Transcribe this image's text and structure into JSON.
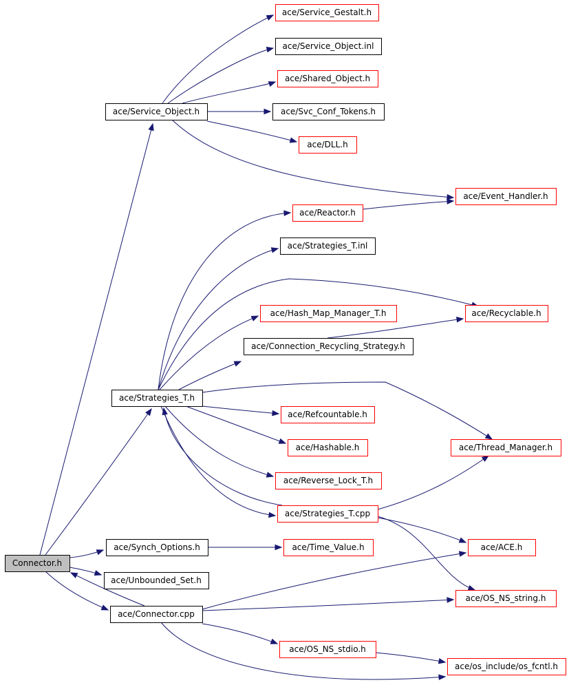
{
  "colors": {
    "edge": "#191970",
    "root_fill": "#bfbfbf",
    "border_black": "#000000",
    "border_red": "#ff0000"
  },
  "nodes": [
    {
      "id": "connector_h",
      "label": "Connector.h",
      "border": "black",
      "fill": "gray"
    },
    {
      "id": "service_object_h",
      "label": "ace/Service_Object.h",
      "border": "black"
    },
    {
      "id": "service_gestalt_h",
      "label": "ace/Service_Gestalt.h",
      "border": "red"
    },
    {
      "id": "service_object_inl",
      "label": "ace/Service_Object.inl",
      "border": "black"
    },
    {
      "id": "shared_object_h",
      "label": "ace/Shared_Object.h",
      "border": "red"
    },
    {
      "id": "svc_conf_tokens_h",
      "label": "ace/Svc_Conf_Tokens.h",
      "border": "black"
    },
    {
      "id": "dll_h",
      "label": "ace/DLL.h",
      "border": "red"
    },
    {
      "id": "event_handler_h",
      "label": "ace/Event_Handler.h",
      "border": "red"
    },
    {
      "id": "reactor_h",
      "label": "ace/Reactor.h",
      "border": "red"
    },
    {
      "id": "strategies_t_inl",
      "label": "ace/Strategies_T.inl",
      "border": "black"
    },
    {
      "id": "hash_map_manager_t_h",
      "label": "ace/Hash_Map_Manager_T.h",
      "border": "red"
    },
    {
      "id": "recyclable_h",
      "label": "ace/Recyclable.h",
      "border": "red"
    },
    {
      "id": "connection_recycling_strategy_h",
      "label": "ace/Connection_Recycling_Strategy.h",
      "border": "black"
    },
    {
      "id": "strategies_t_h",
      "label": "ace/Strategies_T.h",
      "border": "black"
    },
    {
      "id": "refcountable_h",
      "label": "ace/Refcountable.h",
      "border": "red"
    },
    {
      "id": "hashable_h",
      "label": "ace/Hashable.h",
      "border": "red"
    },
    {
      "id": "thread_manager_h",
      "label": "ace/Thread_Manager.h",
      "border": "red"
    },
    {
      "id": "reverse_lock_t_h",
      "label": "ace/Reverse_Lock_T.h",
      "border": "red"
    },
    {
      "id": "strategies_t_cpp",
      "label": "ace/Strategies_T.cpp",
      "border": "red"
    },
    {
      "id": "synch_options_h",
      "label": "ace/Synch_Options.h",
      "border": "black"
    },
    {
      "id": "time_value_h",
      "label": "ace/Time_Value.h",
      "border": "red"
    },
    {
      "id": "ace_h",
      "label": "ace/ACE.h",
      "border": "red"
    },
    {
      "id": "unbounded_set_h",
      "label": "ace/Unbounded_Set.h",
      "border": "black"
    },
    {
      "id": "os_ns_string_h",
      "label": "ace/OS_NS_string.h",
      "border": "red"
    },
    {
      "id": "connector_cpp",
      "label": "ace/Connector.cpp",
      "border": "black"
    },
    {
      "id": "os_ns_stdio_h",
      "label": "ace/OS_NS_stdio.h",
      "border": "red"
    },
    {
      "id": "os_fcntl_h",
      "label": "ace/os_include/os_fcntl.h",
      "border": "red"
    }
  ],
  "edges": [
    {
      "from": "connector_h",
      "to": "service_object_h"
    },
    {
      "from": "connector_h",
      "to": "strategies_t_h"
    },
    {
      "from": "connector_h",
      "to": "synch_options_h"
    },
    {
      "from": "connector_h",
      "to": "unbounded_set_h"
    },
    {
      "from": "connector_h",
      "to": "connector_cpp"
    },
    {
      "from": "service_object_h",
      "to": "service_gestalt_h"
    },
    {
      "from": "service_object_h",
      "to": "service_object_inl"
    },
    {
      "from": "service_object_h",
      "to": "shared_object_h"
    },
    {
      "from": "service_object_h",
      "to": "svc_conf_tokens_h"
    },
    {
      "from": "service_object_h",
      "to": "dll_h"
    },
    {
      "from": "service_object_h",
      "to": "event_handler_h"
    },
    {
      "from": "reactor_h",
      "to": "event_handler_h"
    },
    {
      "from": "strategies_t_h",
      "to": "reactor_h"
    },
    {
      "from": "strategies_t_h",
      "to": "strategies_t_inl"
    },
    {
      "from": "strategies_t_h",
      "to": "recyclable_h"
    },
    {
      "from": "strategies_t_h",
      "to": "hash_map_manager_t_h"
    },
    {
      "from": "strategies_t_h",
      "to": "connection_recycling_strategy_h"
    },
    {
      "from": "hash_map_manager_t_h",
      "to": "recyclable_h"
    },
    {
      "from": "strategies_t_h",
      "to": "thread_manager_h"
    },
    {
      "from": "strategies_t_h",
      "to": "refcountable_h"
    },
    {
      "from": "strategies_t_h",
      "to": "hashable_h"
    },
    {
      "from": "strategies_t_h",
      "to": "reverse_lock_t_h"
    },
    {
      "from": "strategies_t_h",
      "to": "strategies_t_cpp"
    },
    {
      "from": "strategies_t_cpp",
      "to": "strategies_t_h"
    },
    {
      "from": "strategies_t_cpp",
      "to": "thread_manager_h"
    },
    {
      "from": "strategies_t_cpp",
      "to": "ace_h"
    },
    {
      "from": "strategies_t_cpp",
      "to": "os_ns_string_h"
    },
    {
      "from": "synch_options_h",
      "to": "time_value_h"
    },
    {
      "from": "connector_cpp",
      "to": "connector_h"
    },
    {
      "from": "connector_cpp",
      "to": "ace_h"
    },
    {
      "from": "connector_cpp",
      "to": "os_ns_string_h"
    },
    {
      "from": "connector_cpp",
      "to": "os_ns_stdio_h"
    },
    {
      "from": "connector_cpp",
      "to": "os_fcntl_h"
    },
    {
      "from": "os_ns_stdio_h",
      "to": "os_fcntl_h"
    }
  ]
}
